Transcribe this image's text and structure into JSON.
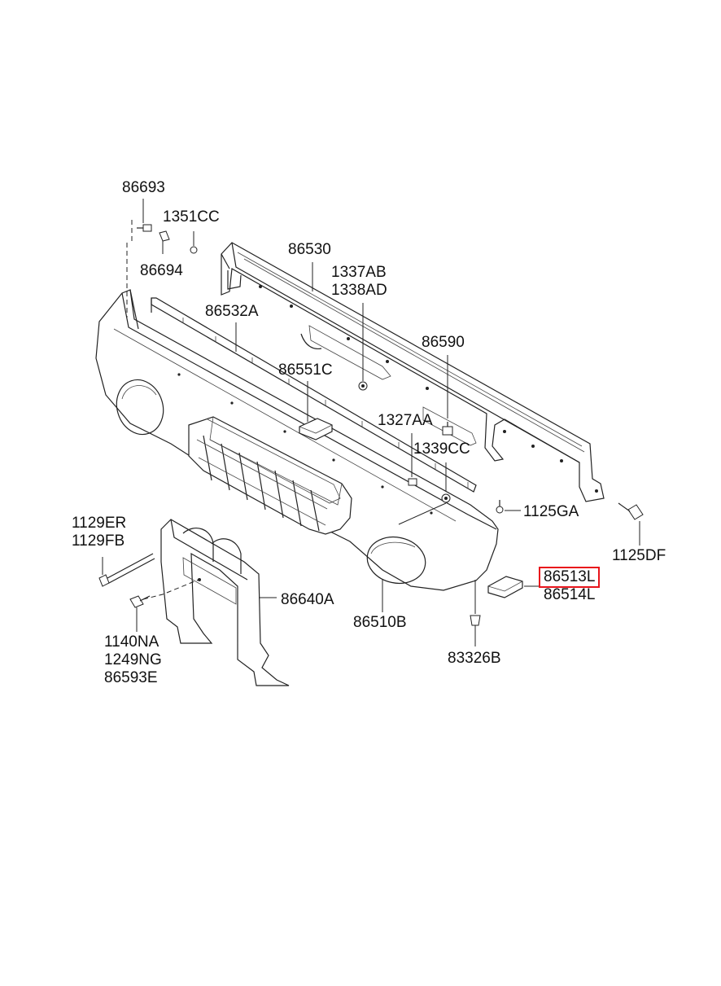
{
  "labels": {
    "p86693": "86693",
    "p1351CC": "1351CC",
    "p86694": "86694",
    "p86530": "86530",
    "p1337AB": "1337AB",
    "p1338AD": "1338AD",
    "p86532A": "86532A",
    "p86590": "86590",
    "p86551C": "86551C",
    "p1327AA": "1327AA",
    "p1339CC": "1339CC",
    "p1125GA": "1125GA",
    "p1125DF": "1125DF",
    "p1129ER": "1129ER",
    "p1129FB": "1129FB",
    "p86640A": "86640A",
    "p86513L": "86513L",
    "p86514L": "86514L",
    "p86510B": "86510B",
    "p83326B": "83326B",
    "p1140NA": "1140NA",
    "p1249NG": "1249NG",
    "p86593E": "86593E"
  },
  "highlight": {
    "part": "86513L",
    "color": "#e8141b"
  }
}
